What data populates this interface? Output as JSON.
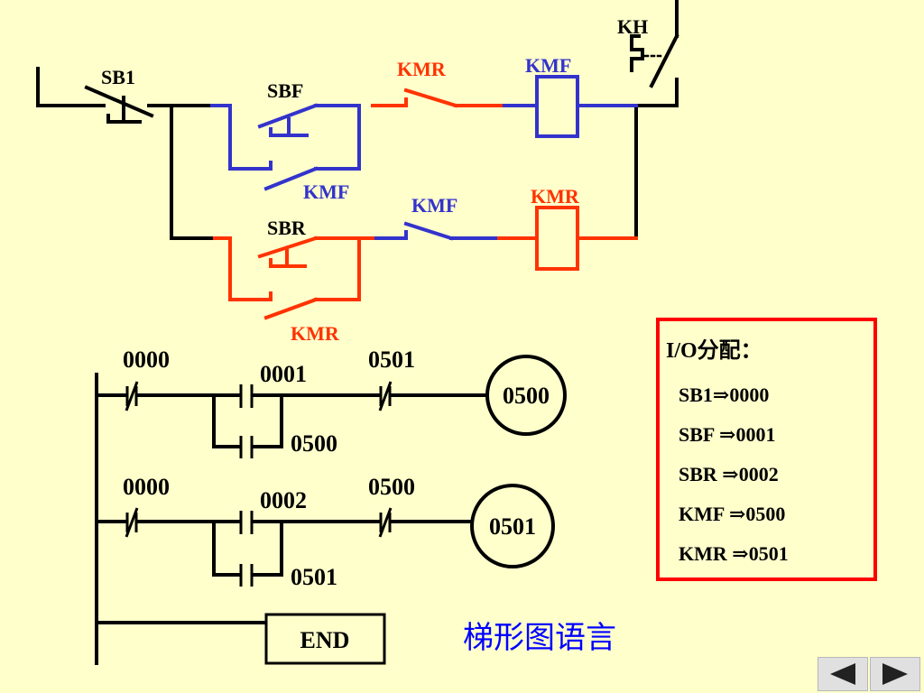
{
  "circuit": {
    "sb1": "SB1",
    "sbf": "SBF",
    "sbr": "SBR",
    "kmr_contact_top": "KMR",
    "kmf_coil_top": "KMF",
    "kh": "KH",
    "kmf_contact_hold": "KMF",
    "kmf_contact_bottom": "KMF",
    "kmr_coil_bottom": "KMR",
    "kmr_contact_hold": "KMR"
  },
  "ladder": {
    "rung1": {
      "nc1": "0000",
      "no1": "0001",
      "nc2": "0501",
      "parallel": "0500",
      "coil": "0500"
    },
    "rung2": {
      "nc1": "0000",
      "no1": "0002",
      "nc2": "0500",
      "parallel": "0501",
      "coil": "0501"
    },
    "end": "END",
    "caption": "梯形图语言"
  },
  "io": {
    "title": "I/O分配：",
    "items": [
      "SB1⇒0000",
      "SBF ⇒0001",
      "SBR ⇒0002",
      "KMF ⇒0500",
      "KMR ⇒0501"
    ]
  },
  "colors": {
    "background": "#FFFFCC",
    "wire": "#000000",
    "forward": "#3333CC",
    "reverse": "#FF3300",
    "io_border": "#FF0000",
    "caption": "#0000FF"
  },
  "nav": {
    "prev_icon": "triangle-left-icon",
    "next_icon": "triangle-right-icon"
  }
}
